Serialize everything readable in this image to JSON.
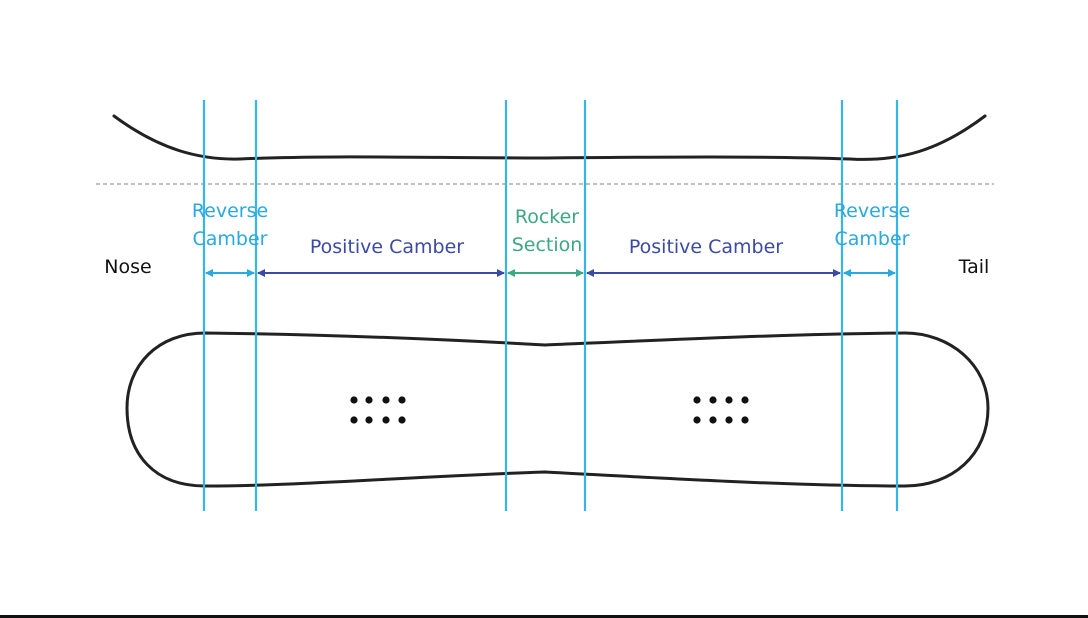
{
  "colors": {
    "board_outline": "#222222",
    "guide_line": "#35b6e6",
    "reverse_camber": "#2aa8e0",
    "positive_camber": "#3b4aa3",
    "rocker_section": "#3aa883",
    "end_label": "#111111",
    "dashed_baseline": "#9a9a9a"
  },
  "labels": {
    "nose": "Nose",
    "tail": "Tail"
  },
  "zones": {
    "reverse_left": {
      "line1": "Reverse",
      "line2": "Camber"
    },
    "positive_left": {
      "text": "Positive Camber"
    },
    "rocker": {
      "line1": "Rocker",
      "line2": "Section"
    },
    "positive_right": {
      "text": "Positive Camber"
    },
    "reverse_right": {
      "line1": "Reverse",
      "line2": "Camber"
    }
  }
}
